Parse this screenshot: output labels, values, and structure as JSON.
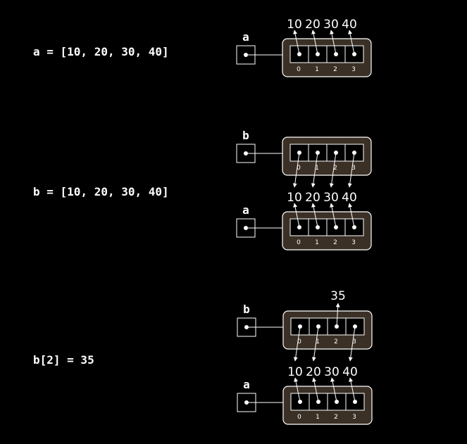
{
  "colors": {
    "background": "#000000",
    "foreground": "#ffffff",
    "list_fill": "#3a3026"
  },
  "statements": [
    {
      "code": "a = [10, 20, 30, 40]"
    },
    {
      "code": "b = [10, 20, 30, 40]"
    },
    {
      "code": "b[2] = 35"
    }
  ],
  "panels": [
    {
      "lists": [
        {
          "var": "a",
          "indices": [
            "0",
            "1",
            "2",
            "3"
          ],
          "values": [
            "10",
            "20",
            "30",
            "40"
          ],
          "value_side": "above"
        }
      ]
    },
    {
      "lists": [
        {
          "var": "b",
          "indices": [
            "0",
            "1",
            "2",
            "3"
          ],
          "values": [
            "",
            "",
            "",
            ""
          ],
          "value_side": "below",
          "points_to_shared": true
        },
        {
          "var": "a",
          "indices": [
            "0",
            "1",
            "2",
            "3"
          ],
          "values": [
            "10",
            "20",
            "30",
            "40"
          ],
          "value_side": "above"
        }
      ]
    },
    {
      "lists": [
        {
          "var": "b",
          "indices": [
            "0",
            "1",
            "2",
            "3"
          ],
          "values": [
            "",
            "",
            "35",
            ""
          ],
          "value_side": "mixed",
          "points_to_shared": true
        },
        {
          "var": "a",
          "indices": [
            "0",
            "1",
            "2",
            "3"
          ],
          "values": [
            "10",
            "20",
            "30",
            "40"
          ],
          "value_side": "above"
        }
      ]
    }
  ]
}
